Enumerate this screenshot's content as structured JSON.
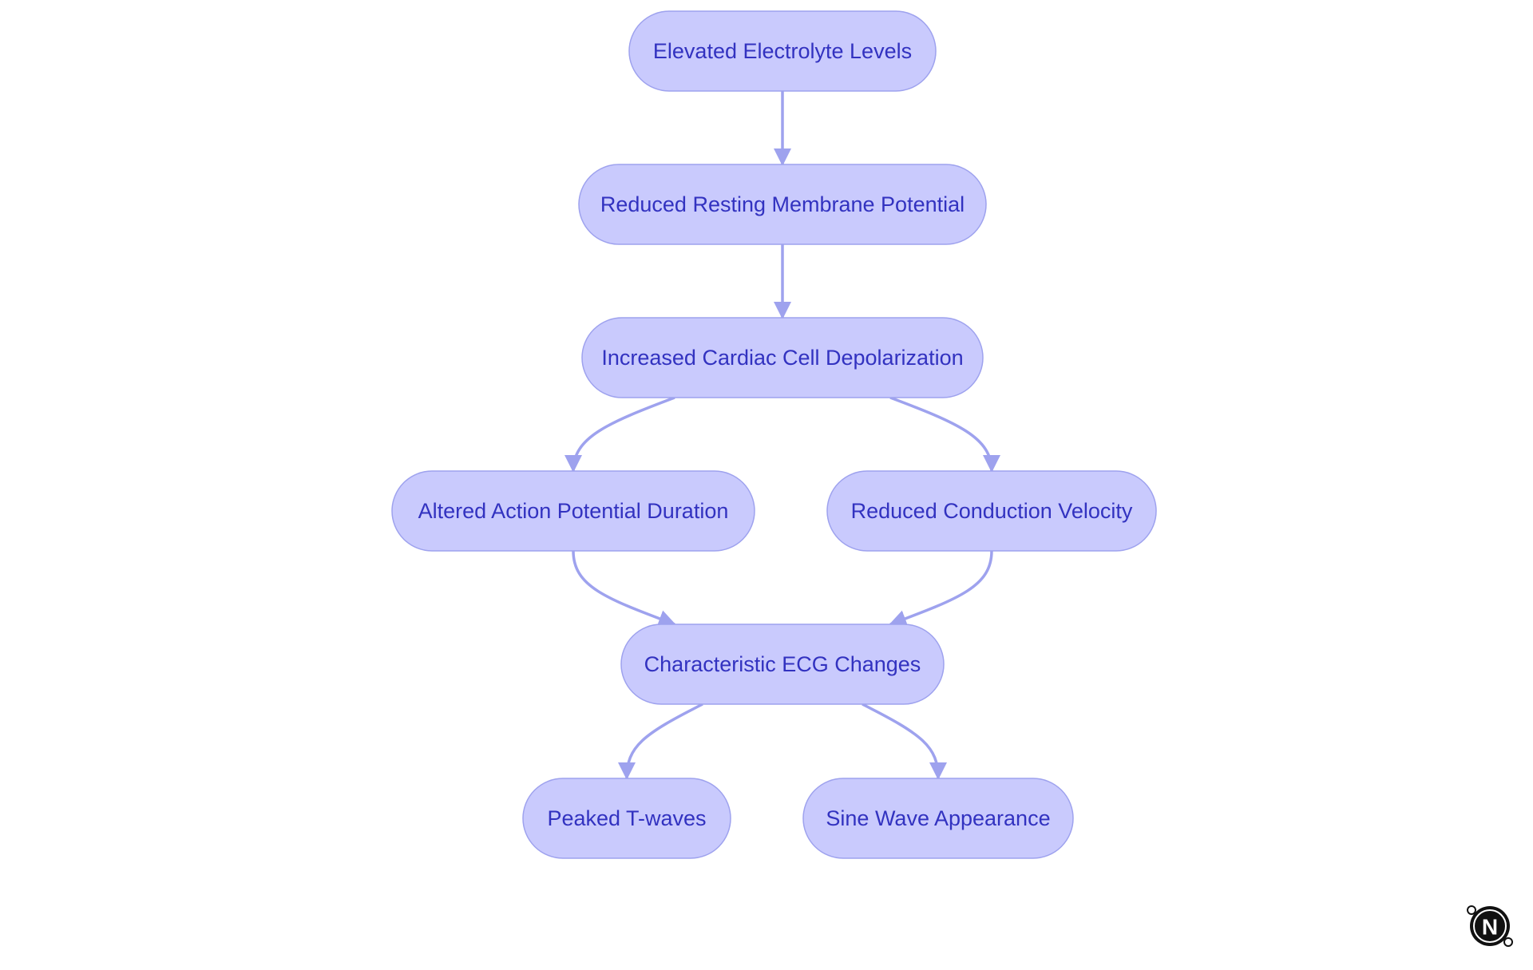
{
  "colors": {
    "node_fill": "#c9cafd",
    "node_stroke": "#9ea2ee",
    "node_text": "#3232c0",
    "edge": "#9ea2ee",
    "logo_fill": "#111111",
    "logo_text": "#ffffff"
  },
  "nodes": [
    {
      "id": "n1",
      "label": "Elevated Electrolyte Levels"
    },
    {
      "id": "n2",
      "label": "Reduced Resting Membrane Potential"
    },
    {
      "id": "n3",
      "label": "Increased Cardiac Cell Depolarization"
    },
    {
      "id": "n4",
      "label": "Altered Action Potential Duration"
    },
    {
      "id": "n5",
      "label": "Reduced Conduction Velocity"
    },
    {
      "id": "n6",
      "label": "Characteristic ECG Changes"
    },
    {
      "id": "n7",
      "label": "Peaked T-waves"
    },
    {
      "id": "n8",
      "label": "Sine Wave Appearance"
    }
  ],
  "edges": [
    {
      "from": "n1",
      "to": "n2"
    },
    {
      "from": "n2",
      "to": "n3"
    },
    {
      "from": "n3",
      "to": "n4"
    },
    {
      "from": "n3",
      "to": "n5"
    },
    {
      "from": "n4",
      "to": "n6"
    },
    {
      "from": "n5",
      "to": "n6"
    },
    {
      "from": "n6",
      "to": "n7"
    },
    {
      "from": "n6",
      "to": "n8"
    }
  ],
  "logo": {
    "letter": "N",
    "icon": "brand-logo-icon"
  }
}
